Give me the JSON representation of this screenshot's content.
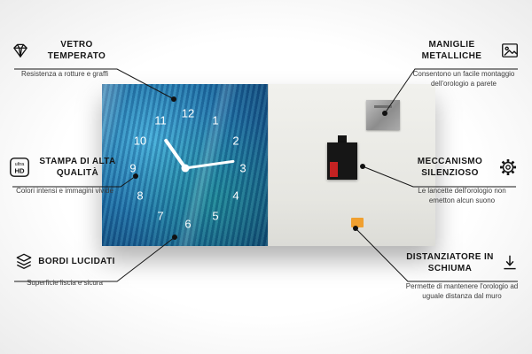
{
  "callouts": {
    "left": [
      {
        "icon": "diamond-icon",
        "title": "VETRO TEMPERATO",
        "subtitle": "Resistenza a rotture e graffi"
      },
      {
        "icon": "ultra-hd-icon",
        "title": "STAMPA DI ALTA QUALITÀ",
        "subtitle": "Colori intensi e immagini vivide"
      },
      {
        "icon": "layers-icon",
        "title": "BORDI LUCIDATI",
        "subtitle": "Superficie liscia e sicura"
      }
    ],
    "right": [
      {
        "icon": "picture-icon",
        "title": "MANIGLIE METALLICHE",
        "subtitle": "Consentono un facile montaggio dell'orologio a parete"
      },
      {
        "icon": "gear-icon",
        "title": "MECCANISMO SILENZIOSO",
        "subtitle": "Le lancette dell'orologio non emetton alcun suono"
      },
      {
        "icon": "spacer-icon",
        "title": "DISTANZIATORE IN SCHIUMA",
        "subtitle": "Permette di mantenere l'orologio ad uguale distanza dal muro"
      }
    ]
  },
  "ultra_hd_badge": {
    "line1": "ultra",
    "line2": "HD"
  },
  "clock": {
    "numbers": [
      "1",
      "2",
      "3",
      "4",
      "5",
      "6",
      "7",
      "8",
      "9",
      "10",
      "11",
      "12"
    ]
  },
  "colors": {
    "clock_blue": "#1d6fa8",
    "clock_blue_light": "#44aede",
    "hands_white": "#ffffff",
    "foam_orange": "#f0a030",
    "line_black": "#161616",
    "back_gray": "#e9e9e4"
  }
}
